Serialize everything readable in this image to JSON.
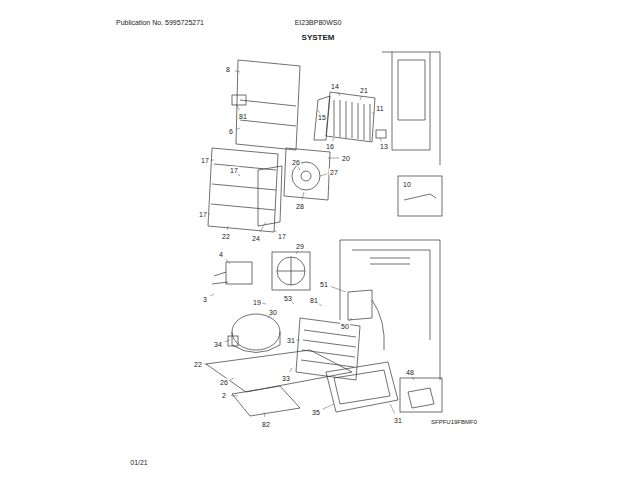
{
  "diagram": {
    "title": "SYSTEM",
    "labels": [
      "Publication No. 5995725271",
      "EI23BP80WS0",
      "01/21",
      "SFPFU19FBMF0",
      "8",
      "81",
      "6",
      "14",
      "21",
      "11",
      "15",
      "16",
      "13",
      "10",
      "17",
      "17",
      "26",
      "27",
      "28",
      "20",
      "24",
      "22",
      "17",
      "17",
      "4",
      "29",
      "3",
      "19",
      "53",
      "51",
      "81",
      "50",
      "30",
      "34",
      "31",
      "33",
      "22",
      "26",
      "2",
      "82",
      "31",
      "35",
      "48"
    ]
  }
}
